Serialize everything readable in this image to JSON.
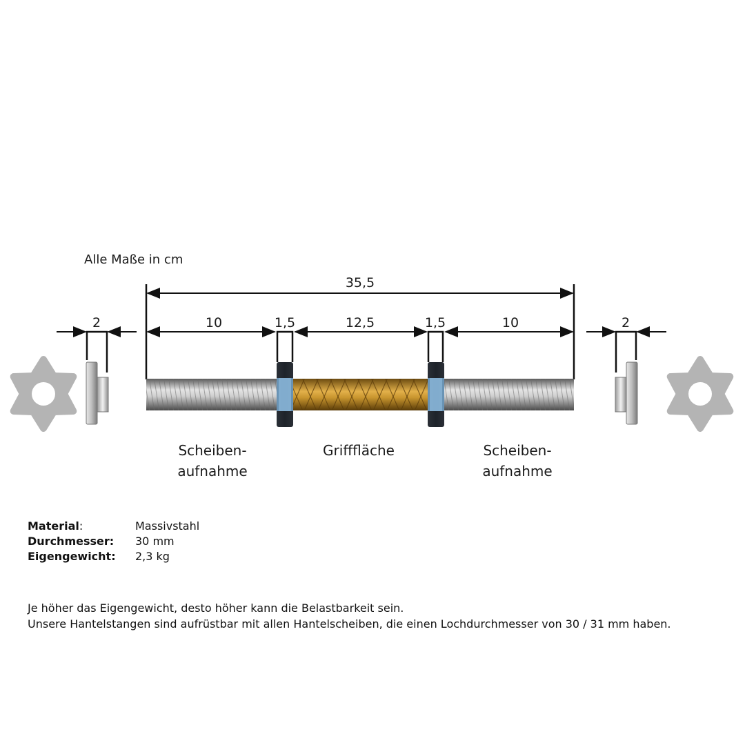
{
  "diagram": {
    "units_note": "Alle Maße in cm",
    "dims": {
      "total": "35,5",
      "left_sleeve": "10",
      "left_collar": "1,5",
      "grip": "12,5",
      "right_collar": "1,5",
      "right_sleeve": "10",
      "left_nut": "2",
      "right_nut": "2"
    },
    "zones": {
      "left_line1": "Scheiben-",
      "left_line2": "aufnahme",
      "center": "Grifffläche",
      "right_line1": "Scheiben-",
      "right_line2": "aufnahme"
    },
    "colors": {
      "steel": "#9a9a9a",
      "grip": "#c8952e",
      "collar_rim": "#7fb5e0",
      "star_nut": "#b4b4b4"
    },
    "icons": [
      "star-nut-icon",
      "spacer-ring-icon"
    ]
  },
  "specs": [
    {
      "label": "Material",
      "suffix": ":",
      "value": "Massivstahl"
    },
    {
      "label": "Durchmesser:",
      "suffix": "",
      "value": "30 mm"
    },
    {
      "label": "Eigengewicht:",
      "suffix": "",
      "value": "2,3 kg"
    }
  ],
  "notes": {
    "line1": "Je höher das Eigengewicht, desto höher kann die Belastbarkeit sein.",
    "line2": "Unsere Hantelstangen sind aufrüstbar mit allen Hantelscheiben, die einen Lochdurchmesser von 30 / 31 mm haben."
  }
}
